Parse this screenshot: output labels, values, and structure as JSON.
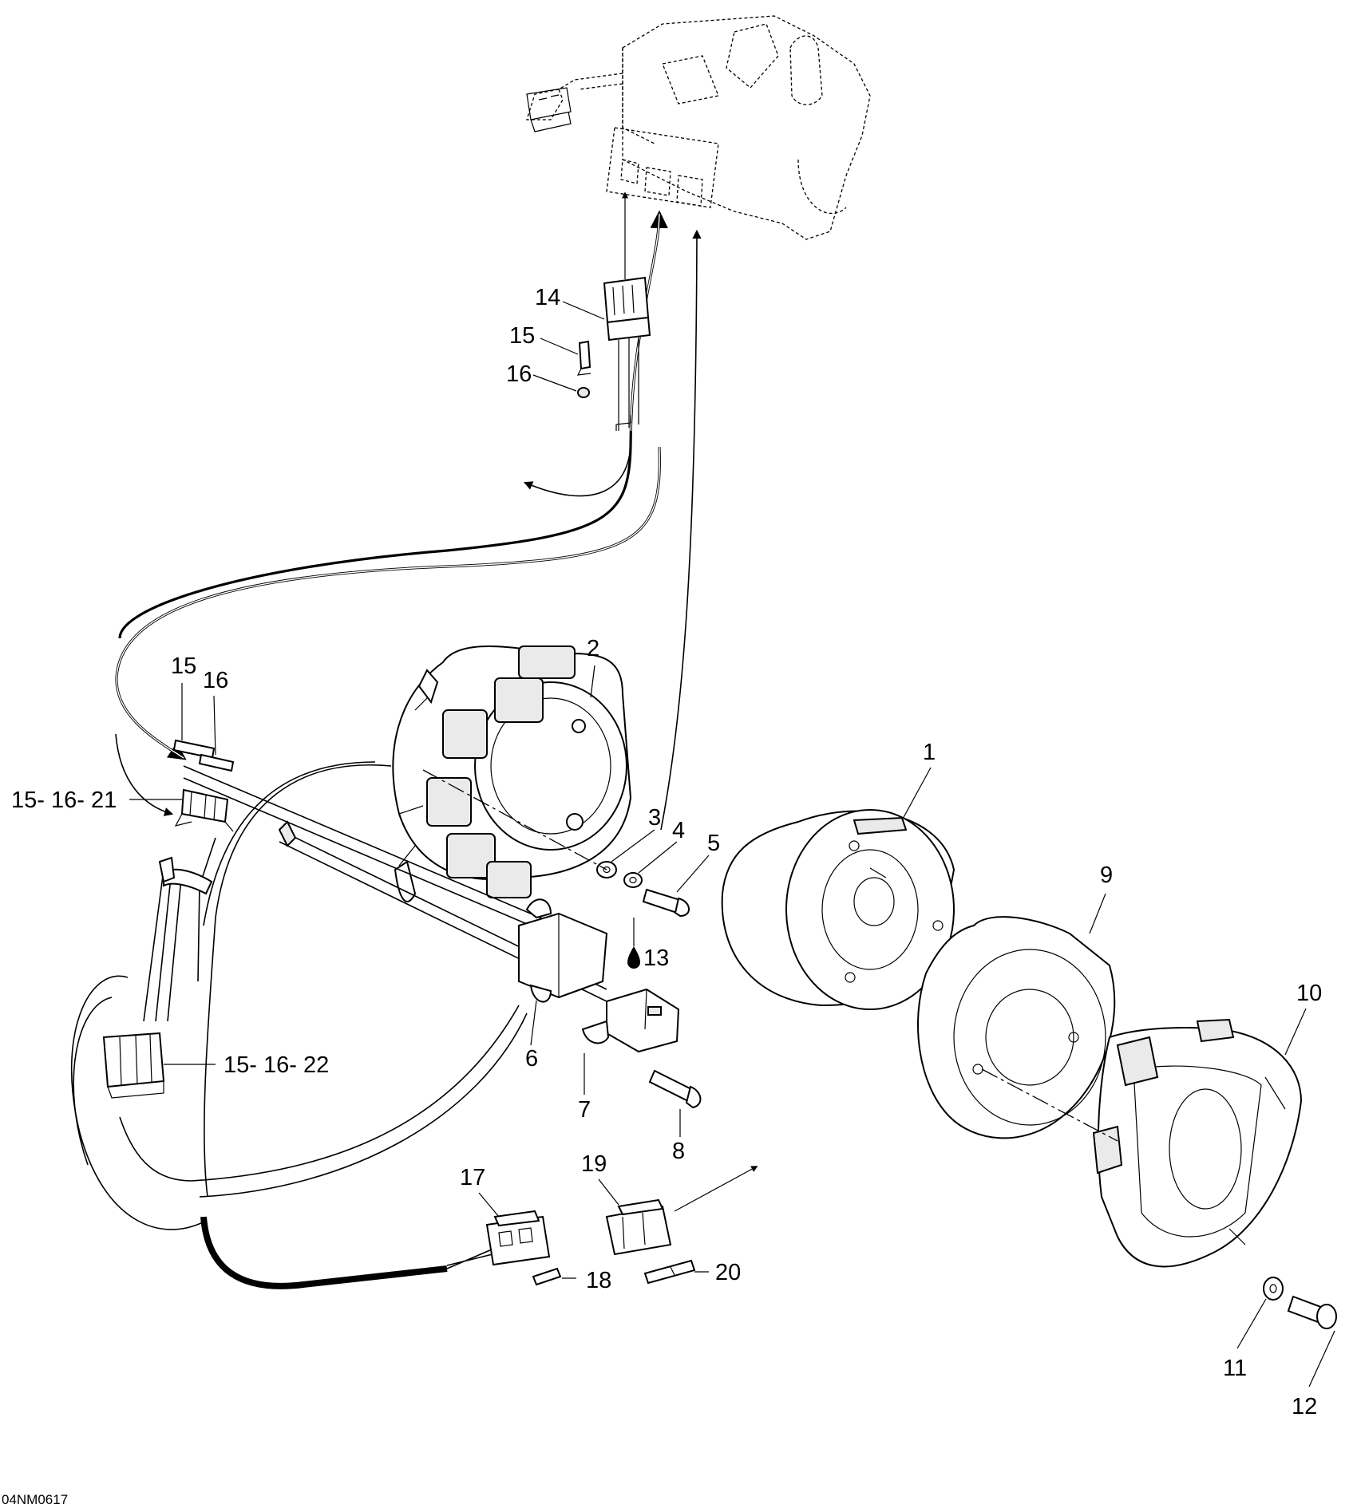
{
  "figure_code": "04NM0617",
  "callouts": {
    "c1": "1",
    "c2": "2",
    "c3": "3",
    "c4": "4",
    "c5": "5",
    "c6": "6",
    "c7": "7",
    "c8": "8",
    "c9": "9",
    "c10": "10",
    "c11": "11",
    "c12": "12",
    "c13": "13",
    "c14": "14",
    "c15_top": "15",
    "c16_top": "16",
    "c15_mid": "15",
    "c16_mid": "16",
    "c15_16_21": "15- 16- 21",
    "c15_16_22": "15- 16- 22",
    "c17": "17",
    "c18": "18",
    "c19": "19",
    "c20": "20"
  }
}
